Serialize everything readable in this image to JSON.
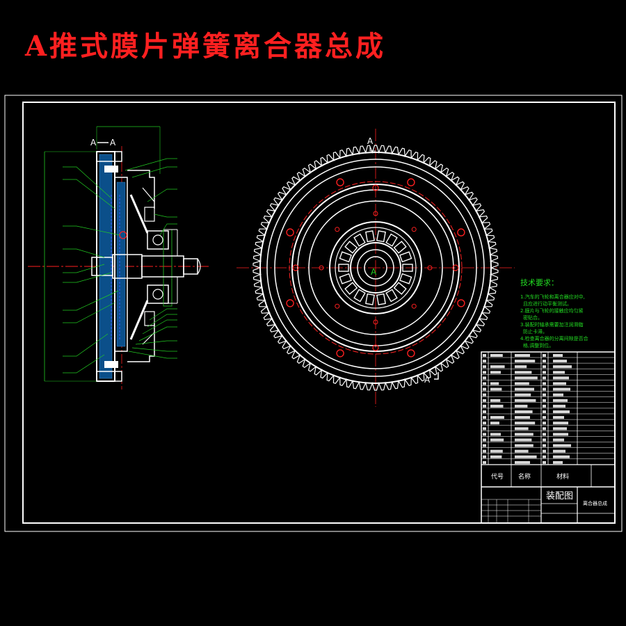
{
  "title": "A推式膜片弹簧离合器总成",
  "section_label_a": "A",
  "tech_req": {
    "heading": "技术要求：",
    "lines": [
      "1.汽车的飞轮和离合器应对中,",
      "且应进行动平衡测试。",
      "2.膜片与飞轮的接触应均匀紧",
      "密贴合。",
      "3.装配时轴承需要加注润滑脂",
      "防止卡滞。",
      "4.检查离合器的分离间隙是否合",
      "格,调整到位。"
    ]
  },
  "title_block": {
    "drawing_type": "装配图",
    "name": "离合器总成",
    "col_code": "代号",
    "col_name": "名称",
    "col_material": "材料"
  },
  "colors": {
    "background": "#000000",
    "outline": "#ffffff",
    "center_line": "#ff2020",
    "dimension": "#22cc22",
    "tech_text": "#22dd22",
    "hidden": "#3355ff",
    "title": "#ff2020"
  }
}
